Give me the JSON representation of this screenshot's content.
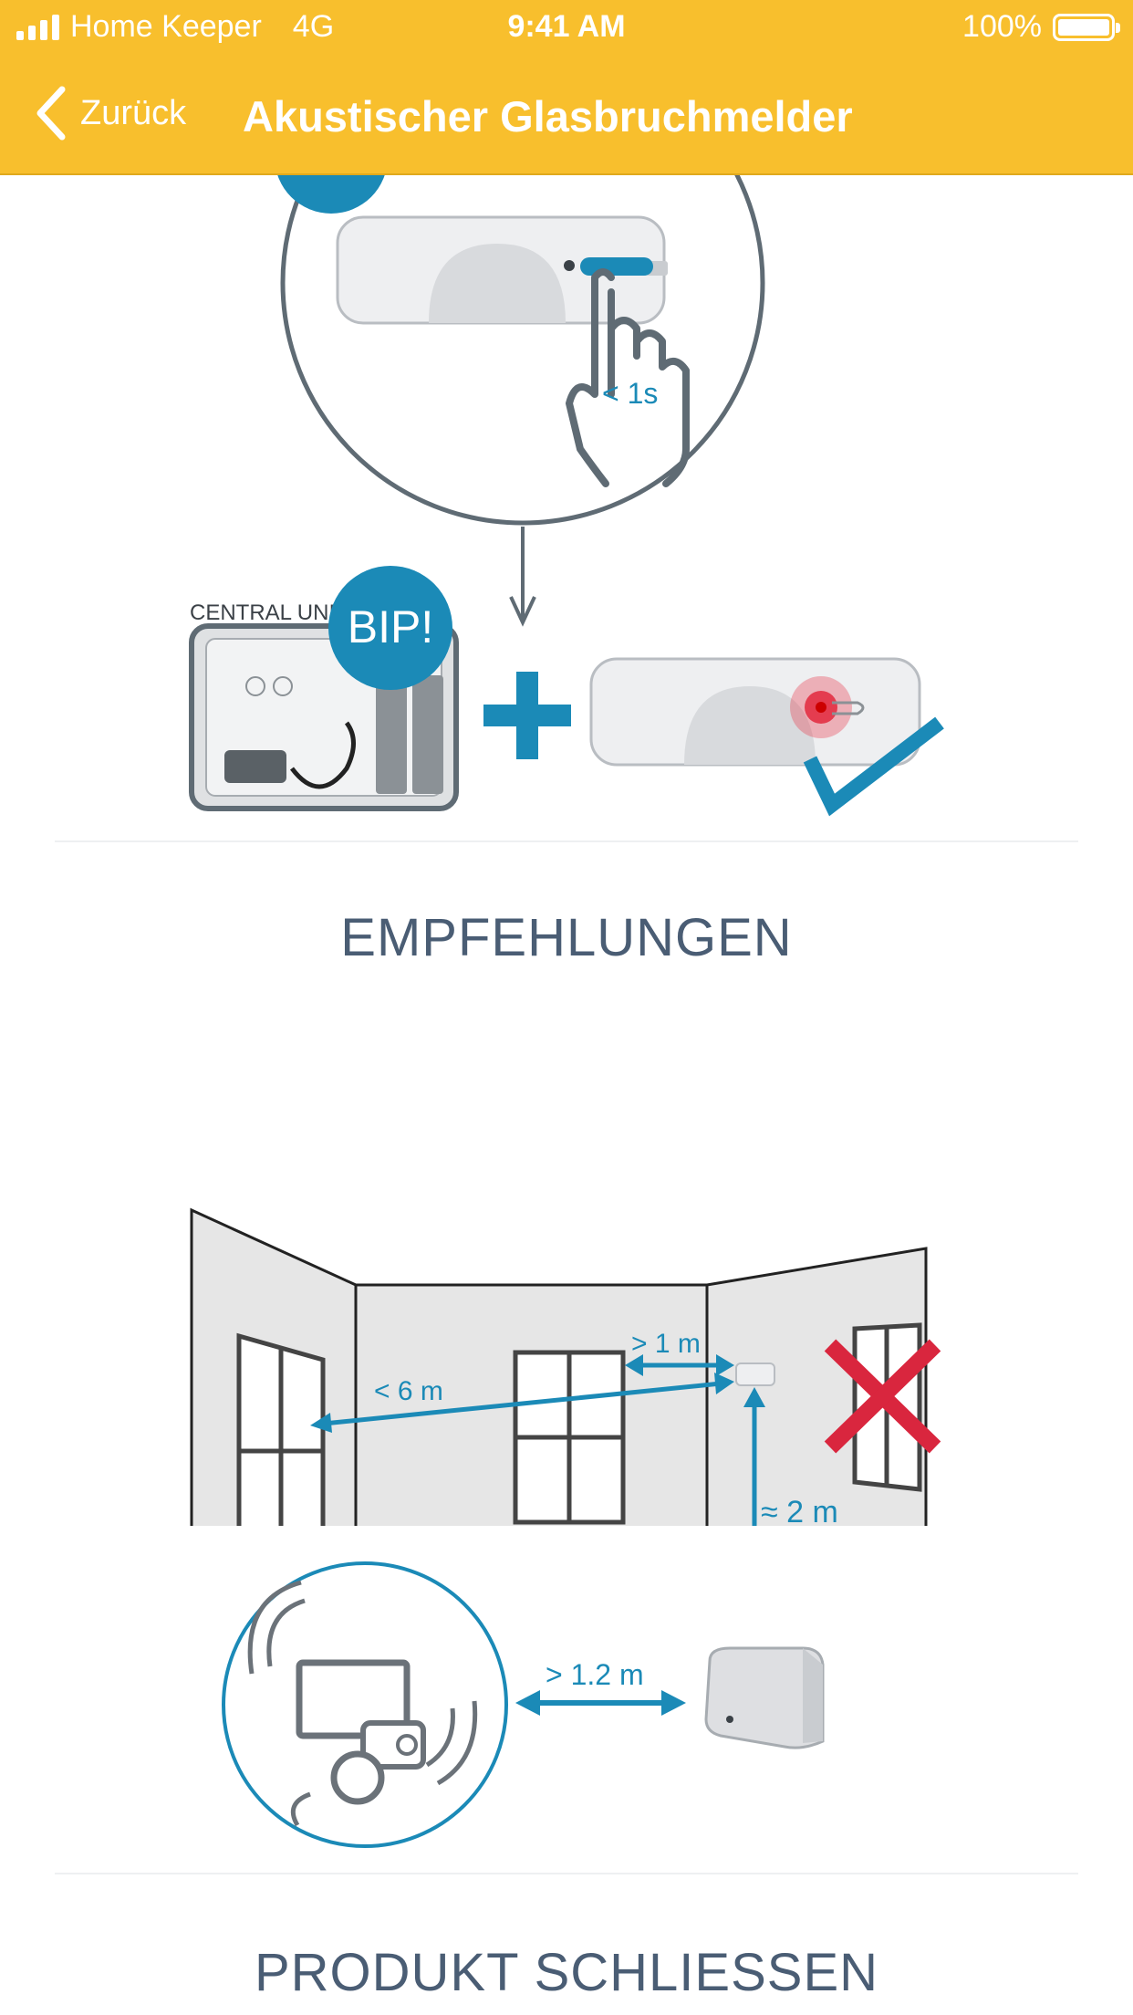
{
  "status_bar": {
    "carrier": "Home Keeper",
    "network": "4G",
    "time": "9:41 AM",
    "battery": "100%"
  },
  "nav": {
    "back_label": "Zurück",
    "title": "Akustischer Glasbruchmelder"
  },
  "pairing": {
    "press_label": "< 1s",
    "beep_label": "BIP!",
    "central_unit_label": "CENTRAL UNIT"
  },
  "recommendations": {
    "heading": "EMPFEHLUNGEN",
    "max_distance_label": "< 6 m",
    "corner_distance_label": "> 1 m",
    "height_label": "≈ 2 m",
    "noise_distance_label": "> 1.2 m"
  },
  "next_section": {
    "heading": "PRODUKT SCHLIESSEN"
  },
  "colors": {
    "header": "#f8bf2d",
    "accent_blue": "#1b8ab7",
    "heading_text": "#4a5d74",
    "error_red": "#d9263e"
  },
  "icons": [
    "signal-icon",
    "battery-icon",
    "back-chevron-icon",
    "hand-press-icon",
    "checkmark-icon",
    "cross-icon",
    "plus-icon"
  ]
}
